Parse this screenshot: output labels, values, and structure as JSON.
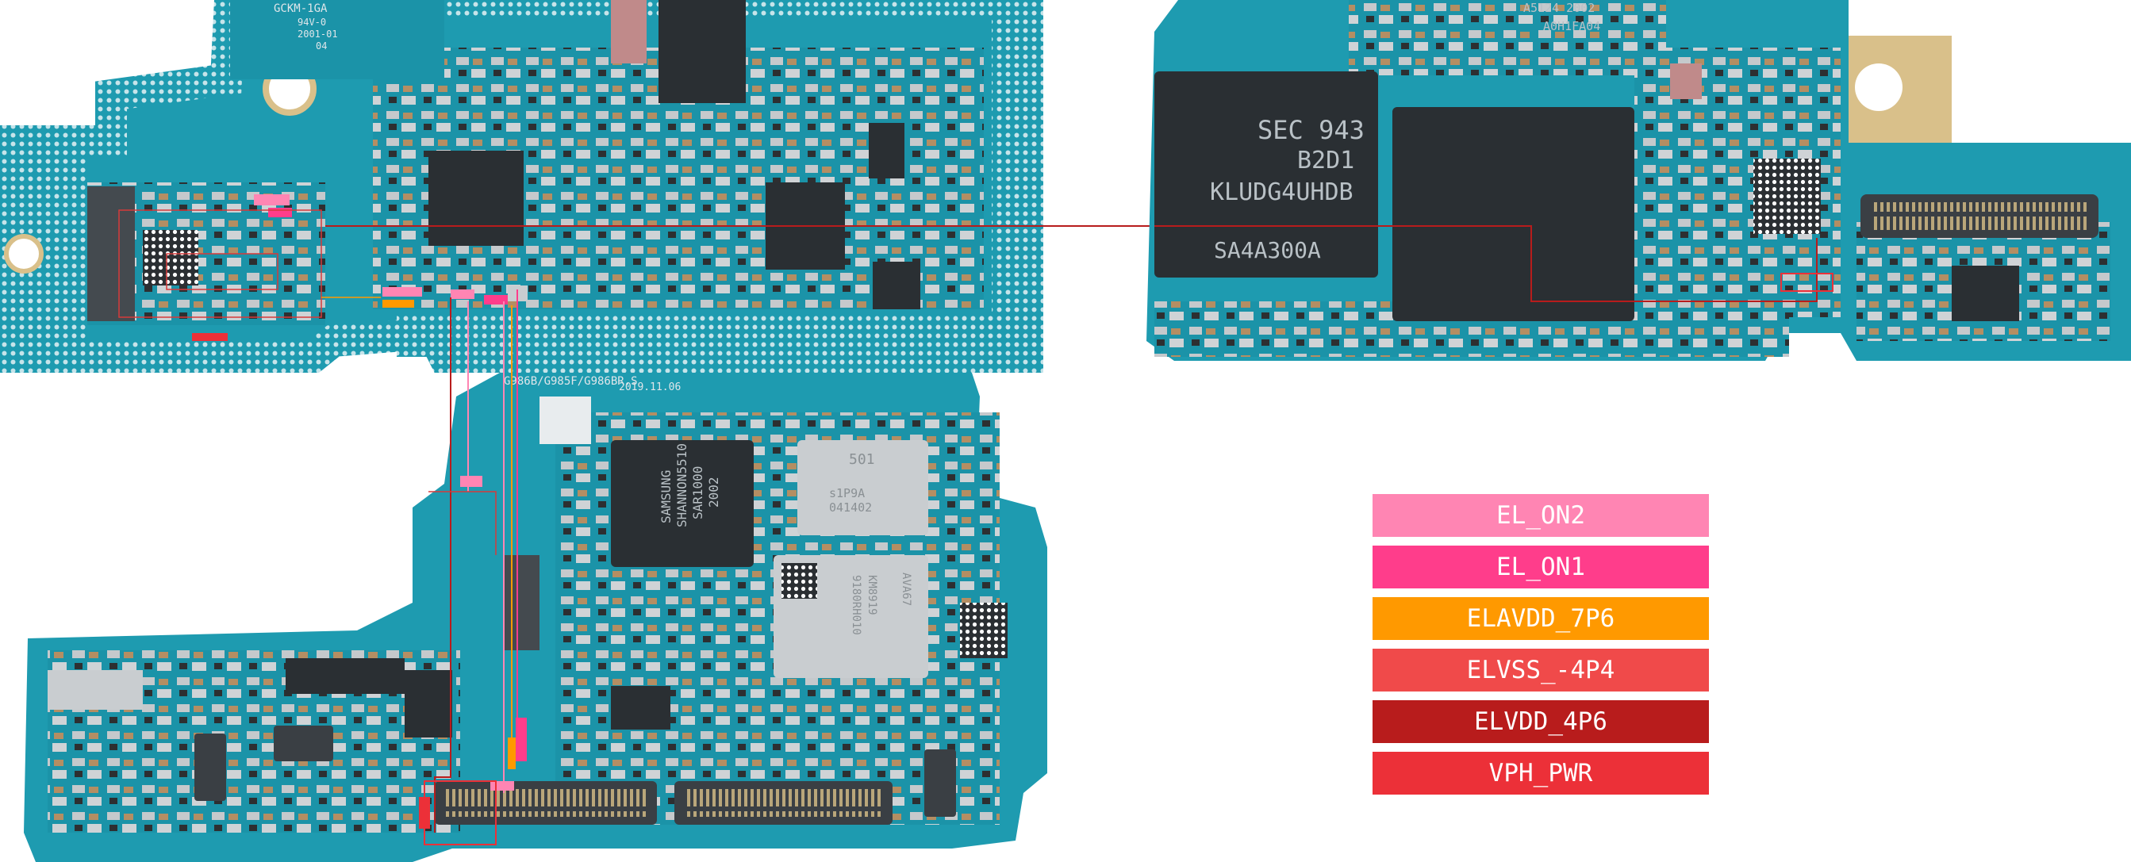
{
  "legend": [
    {
      "label": "EL_ON2",
      "color": "#ff85b3"
    },
    {
      "label": "EL_ON1",
      "color": "#ff3d8b"
    },
    {
      "label": "ELAVDD_7P6",
      "color": "#ff9900"
    },
    {
      "label": "ELVSS_-4P4",
      "color": "#f04a4a"
    },
    {
      "label": "ELVDD_4P6",
      "color": "#b81c1c"
    },
    {
      "label": "VPH_PWR",
      "color": "#ec3038"
    }
  ],
  "board_colors": {
    "pcb": "#1e9bb0",
    "pcb_dark": "#137a8c",
    "gold": "#d9c08a",
    "chip": "#2a2f33",
    "shield": "#c9cdd0",
    "trace": "#d63a3a"
  },
  "silkscreen": {
    "top_left_code": "GCKM-1GA",
    "top_left_sub": "94V-0",
    "top_left_date": "2001-01",
    "top_left_num": "04",
    "mem_line1": "SEC 943",
    "mem_line2": "B2D1",
    "mem_line3": "KLUDG4UHDB",
    "mem_line4": "SA4A300A",
    "bottom_model": "G986B/G985F/G986BR.S",
    "bottom_date": "2019.11.06",
    "soc_text1": "SAMSUNG",
    "soc_text2": "SHANNON5510",
    "soc_text3": "SAR1000",
    "soc_text4": "2002",
    "shield_text1": "501",
    "shield_text2": "s1P9A",
    "shield_text3": "041402",
    "shield_text4": "AVA67",
    "shield_text5": "9180RH010",
    "shield_text6": "KM8919",
    "top_right_code": "A5124 2002",
    "top_right_code2": "A0H1FA04"
  }
}
